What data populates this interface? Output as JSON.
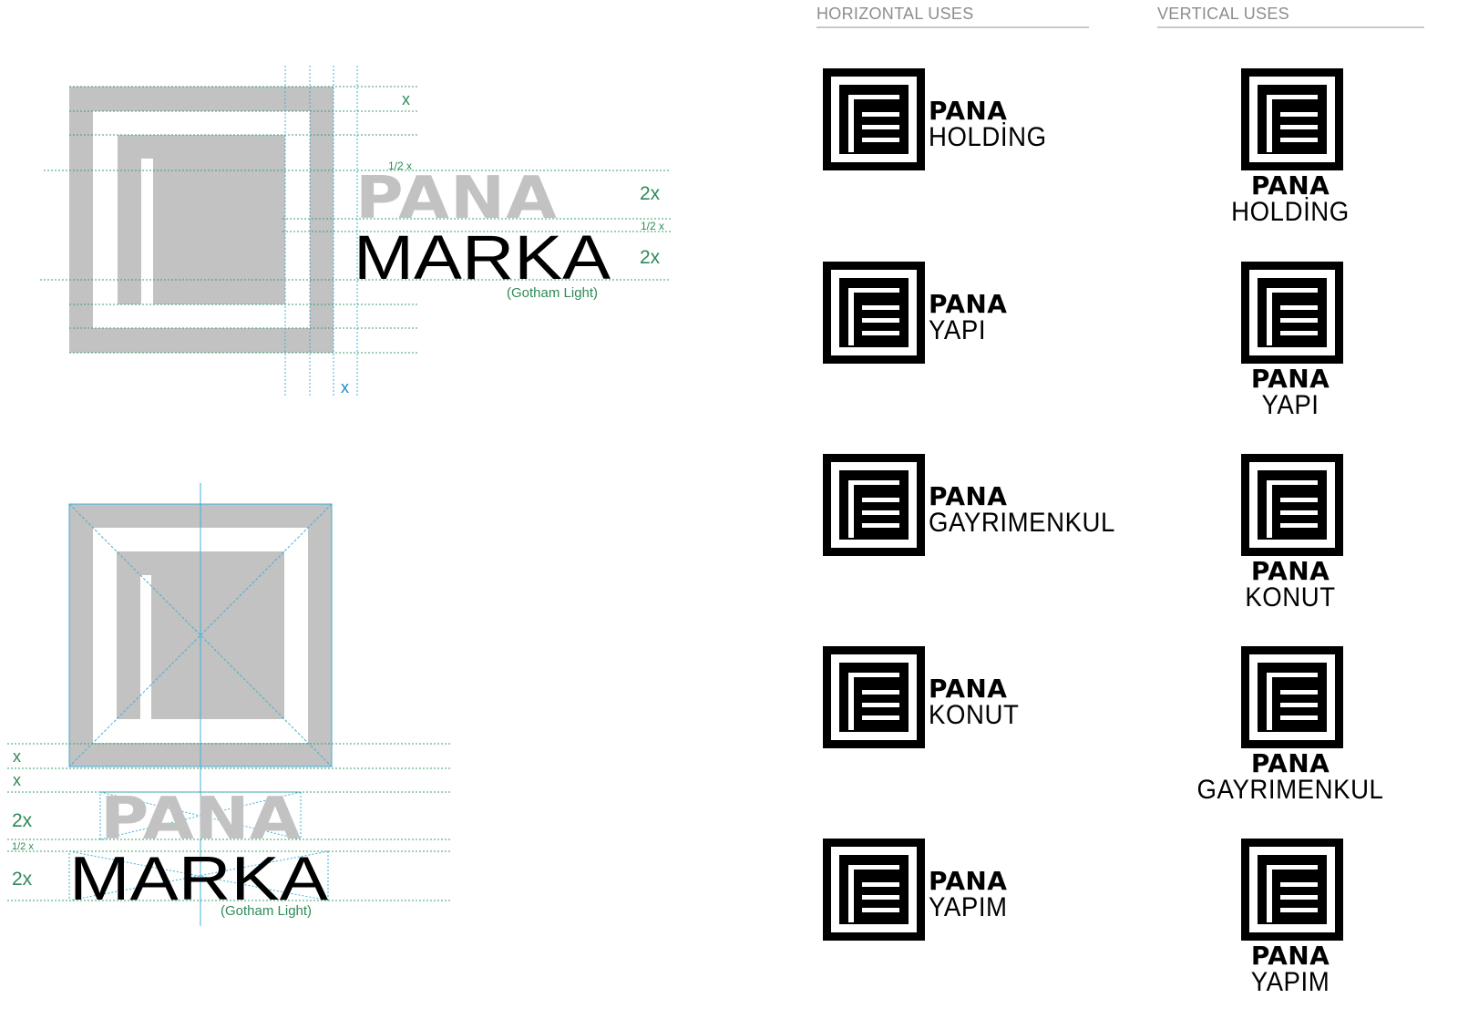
{
  "headers": {
    "horizontal": "HORIZONTAL USES",
    "vertical": "VERTICAL USES"
  },
  "diagram_top": {
    "brand": "PANA",
    "sub": "MARKA",
    "font_note": "(Gotham Light)",
    "measures": {
      "x_top": "x",
      "half_x_top": "1/2 x",
      "two_x_brand": "2x",
      "half_x_between": "1/2 x",
      "two_x_sub": "2x",
      "x_bottom": "x"
    }
  },
  "diagram_bottom": {
    "brand": "PANA",
    "sub": "MARKA",
    "font_note": "(Gotham Light)",
    "measures": {
      "x_first": "x",
      "x_second": "x",
      "two_x_brand": "2x",
      "half_x": "1/2 x",
      "two_x_sub": "2x"
    }
  },
  "horizontal_uses": [
    {
      "brand": "PANA",
      "sub": "HOLDİNG"
    },
    {
      "brand": "PANA",
      "sub": "YAPI"
    },
    {
      "brand": "PANA",
      "sub": "GAYRIMENKUL"
    },
    {
      "brand": "PANA",
      "sub": "KONUT"
    },
    {
      "brand": "PANA",
      "sub": "YAPIM"
    }
  ],
  "vertical_uses": [
    {
      "brand": "PANA",
      "sub": "HOLDİNG"
    },
    {
      "brand": "PANA",
      "sub": "YAPI"
    },
    {
      "brand": "PANA",
      "sub": "KONUT"
    },
    {
      "brand": "PANA",
      "sub": "GAYRIMENKUL"
    },
    {
      "brand": "PANA",
      "sub": "YAPIM"
    }
  ],
  "colors": {
    "mark": "#000000",
    "construction_fill": "#c2c2c2",
    "grid_green": "#3aa36a",
    "guide_blue": "#3fb0d8",
    "label_green": "#2e8b57",
    "label_blue": "#1f86c8",
    "header_gray": "#8d8d8d"
  }
}
